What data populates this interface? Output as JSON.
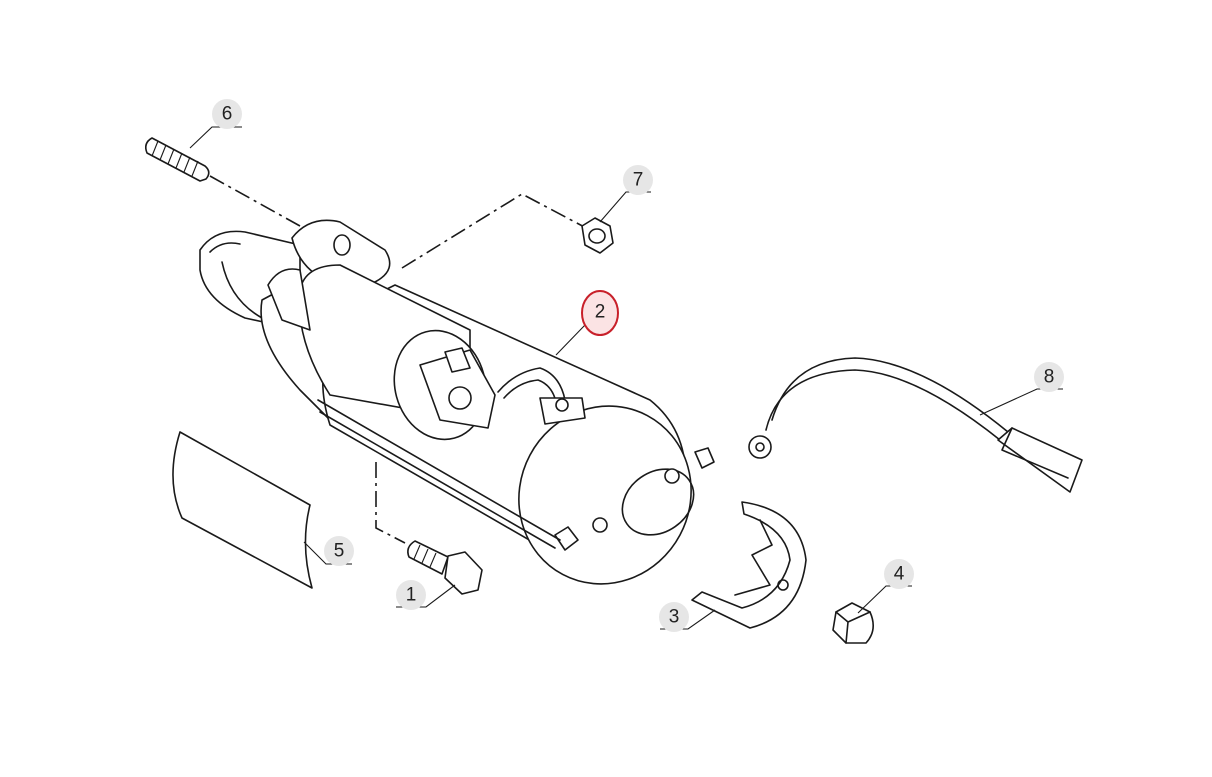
{
  "callouts": [
    {
      "id": "1",
      "label": "1",
      "highlighted": false
    },
    {
      "id": "2",
      "label": "2",
      "highlighted": true
    },
    {
      "id": "3",
      "label": "3",
      "highlighted": false
    },
    {
      "id": "4",
      "label": "4",
      "highlighted": false
    },
    {
      "id": "5",
      "label": "5",
      "highlighted": false
    },
    {
      "id": "6",
      "label": "6",
      "highlighted": false
    },
    {
      "id": "7",
      "label": "7",
      "highlighted": false
    },
    {
      "id": "8",
      "label": "8",
      "highlighted": false
    }
  ],
  "colors": {
    "highlight_ring": "#c8202a",
    "highlight_fill": "#fbe3e4",
    "bubble": "#e6e6e6",
    "line": "#1a1a1a"
  }
}
